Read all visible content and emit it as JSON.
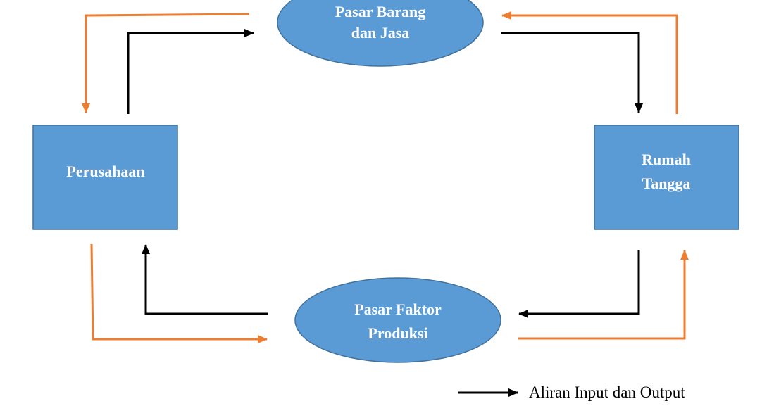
{
  "colors": {
    "node_fill": "#5b9bd5",
    "node_stroke": "#41719c",
    "node_text": "#ffffff",
    "input_output_flow": "#000000",
    "money_flow": "#ed7d31"
  },
  "nodes": {
    "goods_market": {
      "line1": "Pasar Barang",
      "line2": "dan Jasa"
    },
    "firm": {
      "label": "Perusahaan"
    },
    "household": {
      "line1": "Rumah",
      "line2": "Tangga"
    },
    "factor_market": {
      "line1": "Pasar Faktor",
      "line2": "Produksi"
    }
  },
  "legend": {
    "items": [
      {
        "label": "Aliran Input dan Output",
        "color": "#000000",
        "icon": "arrow-right-icon"
      }
    ]
  }
}
